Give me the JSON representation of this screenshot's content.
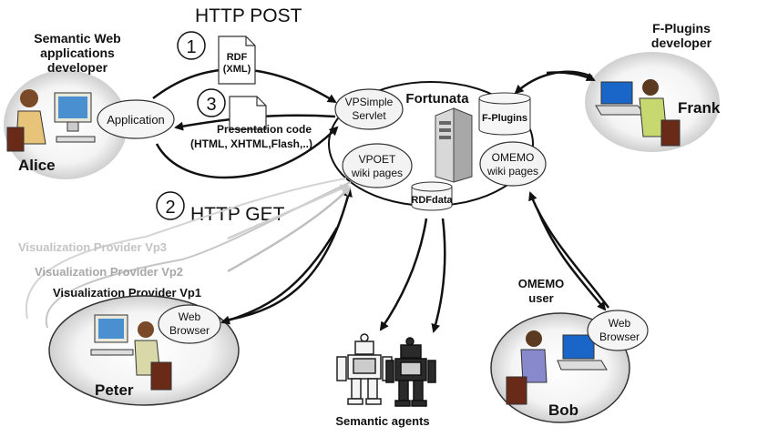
{
  "http_post": "HTTP POST",
  "http_get": "HTTP GET",
  "step1": "1",
  "step2": "2",
  "step3": "3",
  "rdf_doc": {
    "line1": "RDF",
    "line2": "(XML)"
  },
  "presentation_doc": {
    "line1": "Presentation code",
    "line2": "(HTML, XHTML,Flash,..)"
  },
  "alice": {
    "title": [
      "Semantic Web",
      "applications",
      "developer"
    ],
    "name": "Alice",
    "app": "Application"
  },
  "frank": {
    "title": [
      "F-Plugins",
      "developer"
    ],
    "name": "Frank"
  },
  "fortunata": {
    "title": "Fortunata",
    "vpsimple": [
      "VPSimple",
      "Servlet"
    ],
    "vpoet": [
      "VPOET",
      "wiki pages"
    ],
    "omemo": [
      "OMEMO",
      "wiki pages"
    ],
    "fplugins": "F-Plugins",
    "rdfdata": "RDFdata"
  },
  "providers": {
    "vp3": "Visualization Provider Vp3",
    "vp2": "Visualization Provider Vp2",
    "vp1": "Visualization Provider Vp1"
  },
  "peter": {
    "name": "Peter",
    "browser": [
      "Web",
      "Browser"
    ]
  },
  "bob": {
    "title": [
      "OMEMO",
      "user"
    ],
    "name": "Bob",
    "browser": [
      "Web",
      "Browser"
    ]
  },
  "agents": "Semantic agents"
}
